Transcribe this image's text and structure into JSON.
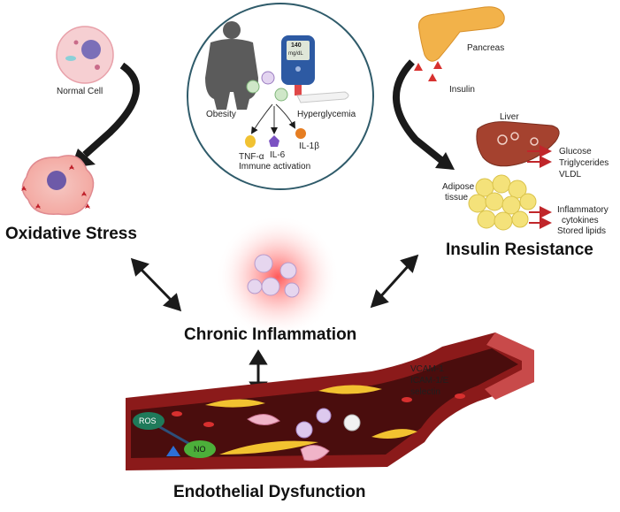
{
  "center_circle": {
    "obesity": "Obesity",
    "hyperglycemia": "Hyperglycemia",
    "glucose_display_value": "140",
    "glucose_display_unit": "mg/dL",
    "tnf": "TNF-α",
    "il6": "IL-6",
    "il1b": "IL-1β",
    "immune_activation": "Immune activation"
  },
  "left": {
    "normal_cell": "Normal Cell",
    "oxidative_stress": "Oxidative Stress"
  },
  "right": {
    "pancreas": "Pancreas",
    "insulin": "Insulin",
    "liver": "Liver",
    "liver_outputs": [
      "Glucose",
      "Triglycerides",
      "VLDL"
    ],
    "adipose_line1": "Adipose",
    "adipose_line2": "tissue",
    "adipose_outputs": [
      "Inflammatory",
      "cytokines",
      "Stored lipids"
    ],
    "insulin_resistance": "Insulin Resistance"
  },
  "middle": {
    "chronic_inflammation": "Chronic Inflammation"
  },
  "vessel": {
    "markers": [
      "VCAM-1",
      "ICAM-1/E",
      "selectin"
    ],
    "ros": "ROS",
    "no": "NO",
    "endothelial_dysfunction": "Endothelial Dysfunction"
  },
  "colors": {
    "vessel_wall": "#8b1a1a",
    "vessel_lumen": "#4a0d0d",
    "plaque": "#f2c230",
    "pancreas": "#f2b24a",
    "liver": "#a5422f",
    "adipose": "#f4e27a",
    "ros_badge": "#1f7a5a",
    "no_badge": "#4caf3a"
  }
}
